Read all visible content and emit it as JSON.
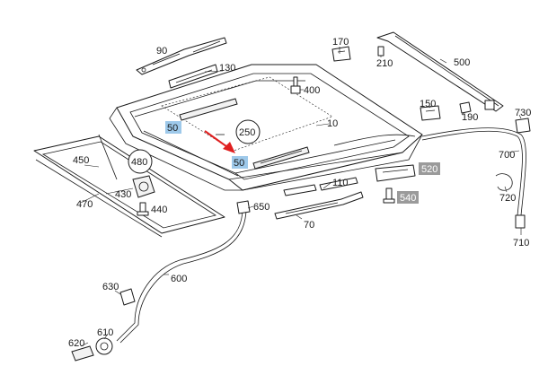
{
  "colors": {
    "highlight_blue": "#9ec9ea",
    "highlight_grey": "#9a9a9a",
    "arrow_red": "#e02020",
    "line": "#1a1a1a"
  },
  "callouts": {
    "c90": "90",
    "c130": "130",
    "c170": "170",
    "c210": "210",
    "c500": "500",
    "c400": "400",
    "c150": "150",
    "c190": "190",
    "c730": "730",
    "c10": "10",
    "c250": "250",
    "c50a": "50",
    "c50b": "50",
    "c450": "450",
    "c480": "480",
    "c430": "430",
    "c440": "440",
    "c470": "470",
    "c110": "110",
    "c520": "520",
    "c540": "540",
    "c700": "700",
    "c720": "720",
    "c710": "710",
    "c650": "650",
    "c70": "70",
    "c600": "600",
    "c630": "630",
    "c610": "610",
    "c620": "620"
  }
}
